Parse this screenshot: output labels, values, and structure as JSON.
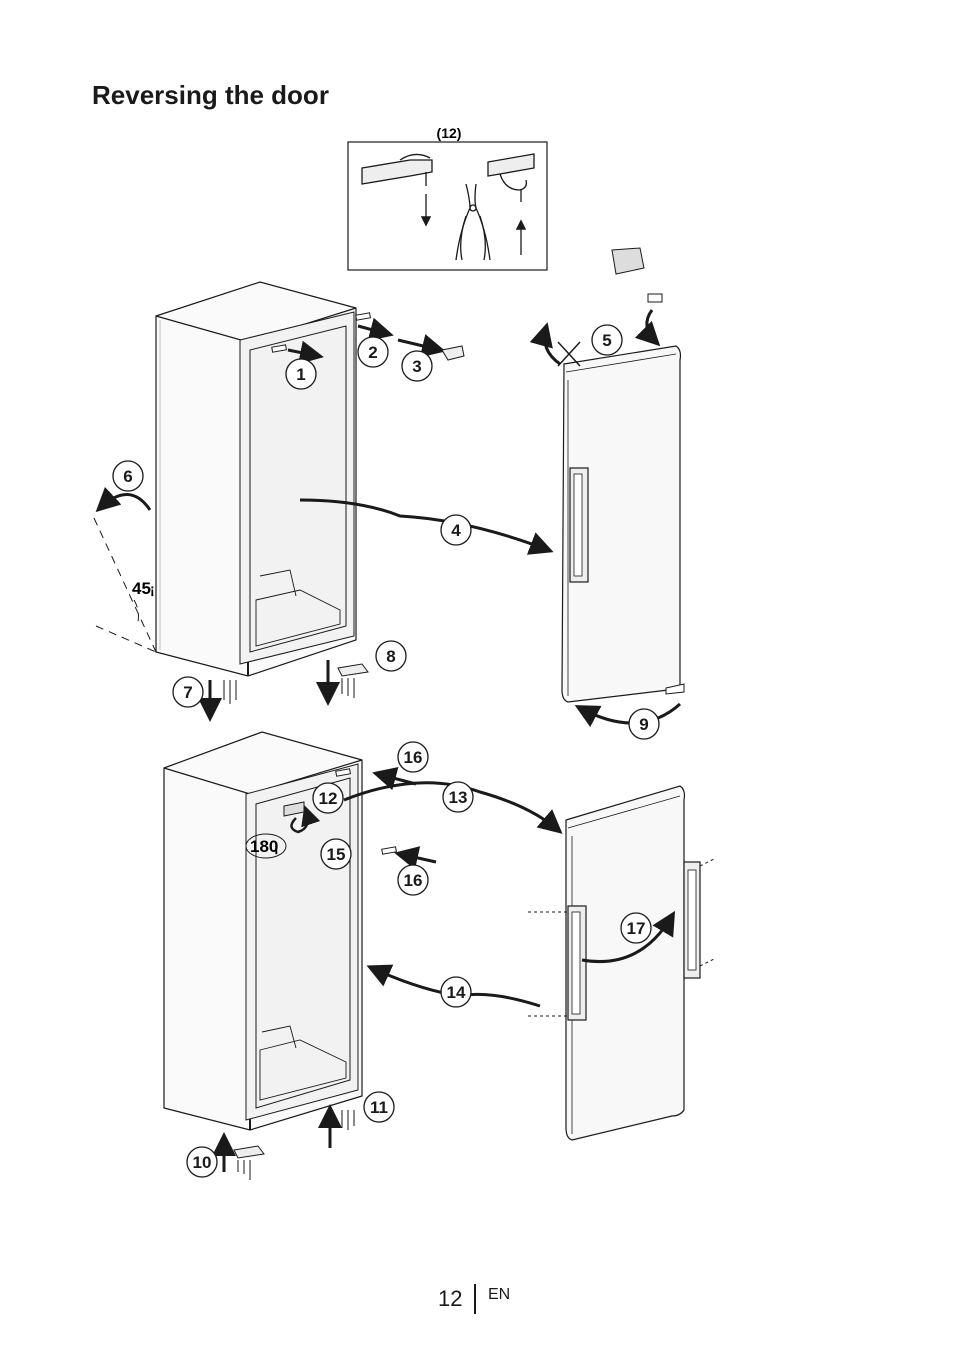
{
  "page": {
    "title": "Reversing the door",
    "page_number": "12",
    "language": "EN"
  },
  "diagram": {
    "inset_label": "(12)",
    "angle_45": "45",
    "angle_180": "180",
    "steps": [
      "1",
      "2",
      "3",
      "4",
      "5",
      "6",
      "7",
      "8",
      "9",
      "10",
      "11",
      "12",
      "13",
      "14",
      "15",
      "16",
      "16",
      "17"
    ]
  }
}
